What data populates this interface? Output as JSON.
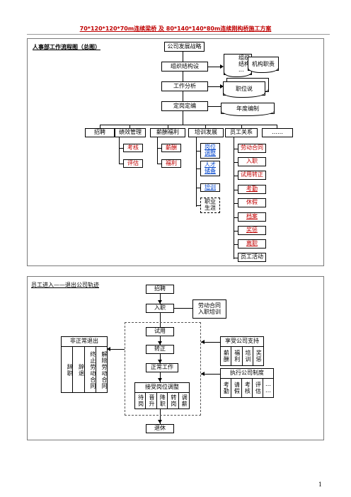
{
  "header": {
    "title": "70*120*120*70m连续梁桥 及 80*140*140*80m连续刚构桥施工方案"
  },
  "chart1": {
    "title": "人事部工作流程图（总图）",
    "top_nodes": [
      "公司发展战略",
      "组织结构设",
      "工作分析",
      "定岗定编"
    ],
    "doc_org_back": "组织\n结构\n...",
    "doc_org": "机构职责",
    "doc_job": "职位说",
    "doc_staffing": "年度编制",
    "branches": [
      "招聘",
      "绩效管理",
      "薪酬福利",
      "培训发展",
      "员工关系",
      "……"
    ],
    "perf_items": [
      "考核",
      "评估"
    ],
    "comp_items": [
      "薪酬",
      "福利"
    ],
    "train_items": [
      "岗位调整",
      "人才储备",
      "培训",
      "职业生涯"
    ],
    "relation_items": [
      "劳动合同",
      "入职",
      "试用转正",
      "考勤",
      "休假",
      "档案",
      "奖惩",
      "离职",
      "员工活动"
    ]
  },
  "chart2": {
    "title": "员工进入——退出公司轨迹",
    "recruit": "招聘",
    "onboard": "入职",
    "onboard_side": [
      "劳动合同",
      "入职培训"
    ],
    "probation": "试用",
    "regular": "转正",
    "work": "正常工作",
    "transfer_title": "接受岗位调整",
    "transfer_items": [
      "待岗",
      "晋升",
      "降职",
      "转岗",
      "调薪"
    ],
    "retire": "退休",
    "abnormal_title": "非正常退出",
    "abnormal_items": [
      "辞职",
      "辞退",
      "终止劳动合同",
      "解除劳动合同"
    ],
    "support_title": "享受公司支持",
    "support_items": [
      "薪酬",
      "福利",
      "培训",
      "奖惩"
    ],
    "policy_title": "执行公司制度",
    "policy_items": [
      "考勤",
      "请假",
      "考核",
      "评估",
      "…\n…"
    ]
  },
  "footer": {
    "page_number": "1"
  }
}
